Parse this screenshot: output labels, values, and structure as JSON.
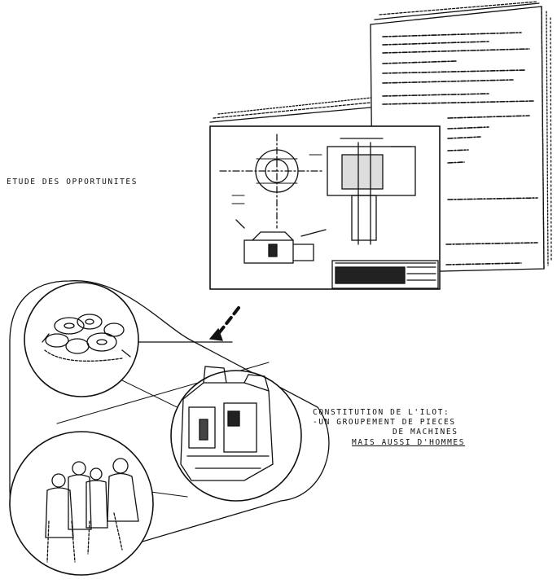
{
  "labels": {
    "etude": "ETUDE DES OPPORTUNITES",
    "constitution_line1": "CONSTITUTION DE L'ILOT:",
    "constitution_line2": "-UN GROUPEMENT DE PIECES",
    "constitution_line3": "DE MACHINES",
    "constitution_line4": "MAIS AUSSI D'HOMMES"
  },
  "icons": [
    "document-stack-icon",
    "technical-drawing-icon",
    "parts-pile-icon",
    "machines-icon",
    "people-icon",
    "arrow-icon"
  ]
}
